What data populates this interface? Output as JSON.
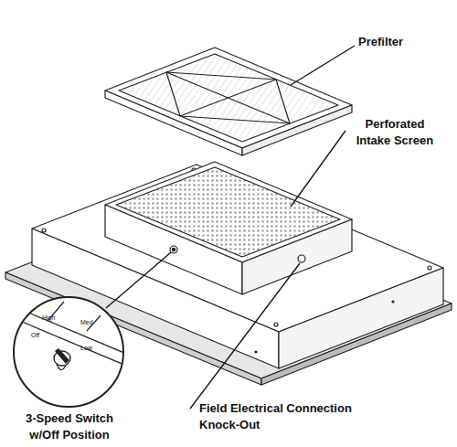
{
  "diagram": {
    "labels": [
      "Prefilter",
      "Perforated Intake Screen",
      "3-Speed Switch w/Off Position",
      "Field Electrical Connection Knock-Out",
      "High",
      "Med",
      "Off",
      "Low"
    ]
  }
}
